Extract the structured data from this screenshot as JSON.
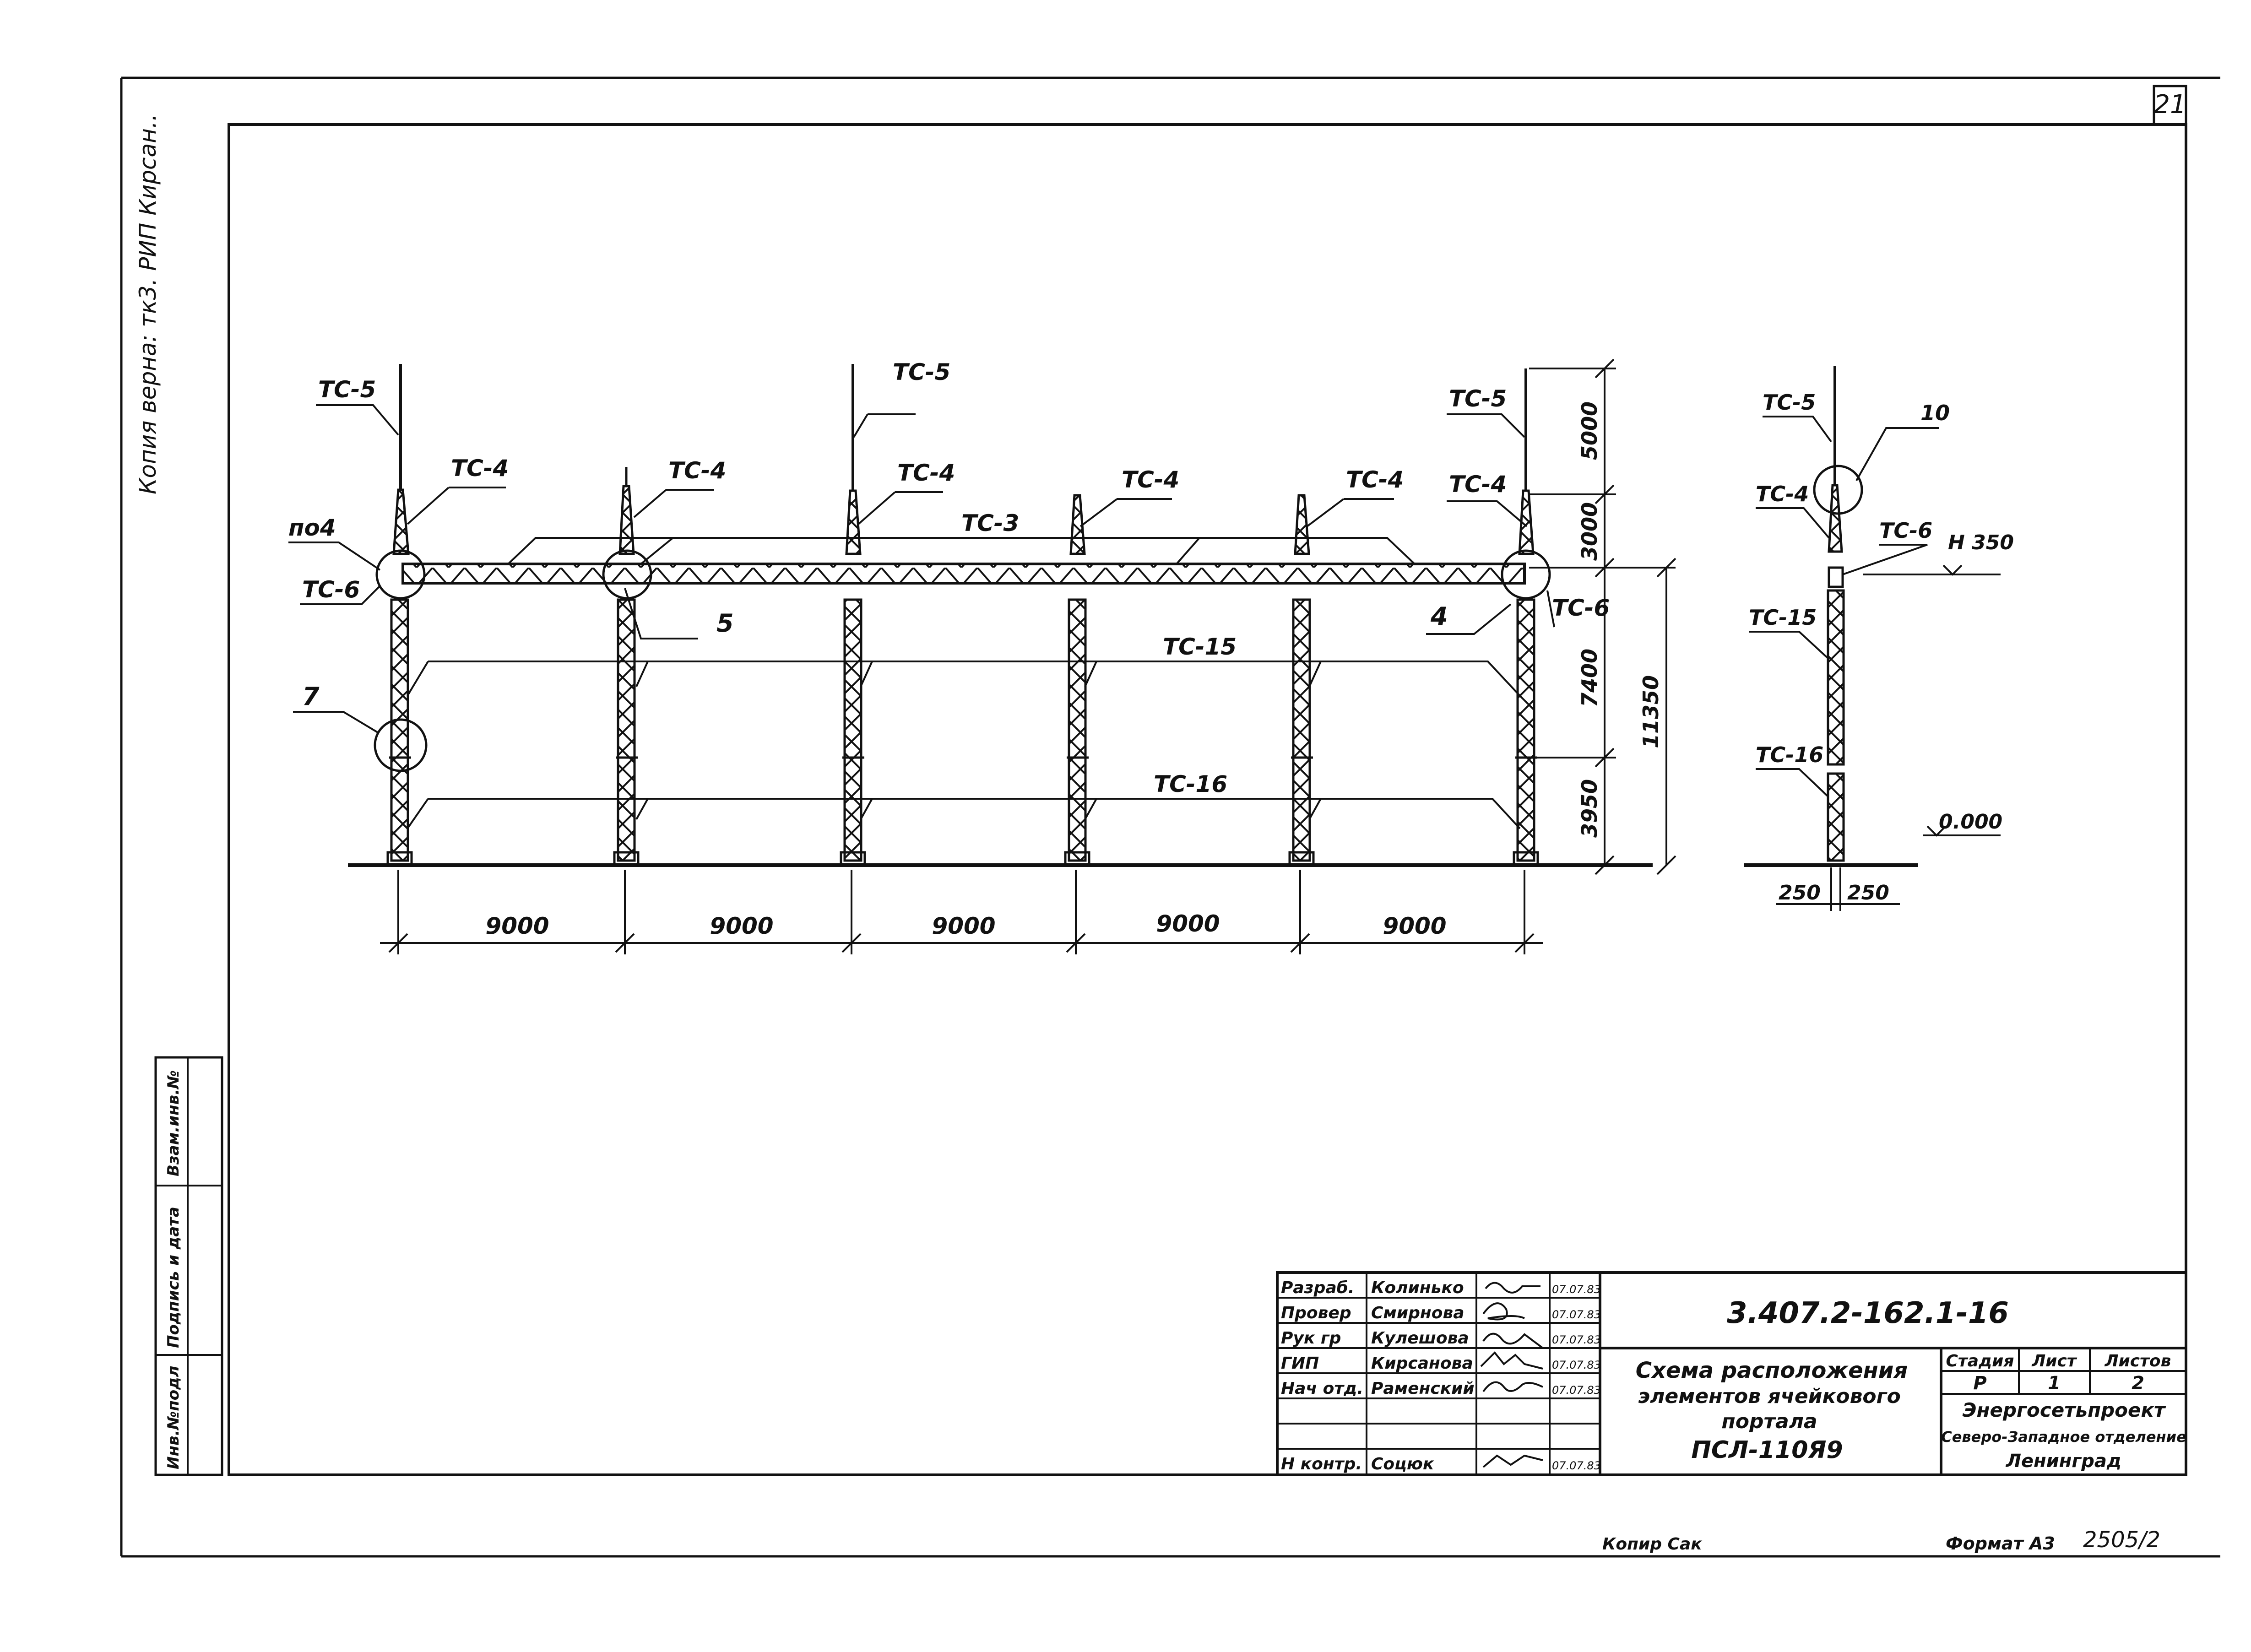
{
  "sheet": {
    "page_number": "21",
    "copy_note": "Копия верна: тк3. РИП Кирсан..",
    "format": "Формат А3",
    "copier": "Копир Сак",
    "archive_number": "2505/2"
  },
  "side_stamp": {
    "labels": [
      "Инв.№подл",
      "Подпись и дата",
      "Взам.инв.№"
    ]
  },
  "diagram": {
    "elements": {
      "tc5": "ТС-5",
      "tc4": "ТС-4",
      "tc3": "ТС-3",
      "tc6": "ТС-6",
      "tc15": "ТС-15",
      "tc16": "ТС-16"
    },
    "callouts": {
      "po4": "по4",
      "n4": "4",
      "n5": "5",
      "n7": "7",
      "n10": "10"
    },
    "spans": [
      "9000",
      "9000",
      "9000",
      "9000",
      "9000"
    ],
    "dims_right": {
      "d5000": "5000",
      "d3000": "3000",
      "d7400": "7400",
      "d3950": "3950",
      "total": "11350"
    },
    "side_view": {
      "mark_top": "Н 350",
      "mark_ground": "0.000",
      "base_left": "250",
      "base_right": "250"
    }
  },
  "title_block": {
    "doc_code": "3.407.2-162.1-16",
    "rows": [
      {
        "role": "Разраб.",
        "name": "Колинько",
        "date": "07.07.83"
      },
      {
        "role": "Провер",
        "name": "Смирнова",
        "date": "07.07.83"
      },
      {
        "role": "Рук гр",
        "name": "Кулешова",
        "date": "07.07.83"
      },
      {
        "role": "ГИП",
        "name": "Кирсанова",
        "date": "07.07.83"
      },
      {
        "role": "Нач отд.",
        "name": "Раменский",
        "date": "07.07.83"
      },
      {
        "role": "",
        "name": "",
        "date": ""
      },
      {
        "role": "",
        "name": "",
        "date": ""
      },
      {
        "role": "Н контр.",
        "name": "Соцюк",
        "date": "07.07.83"
      }
    ],
    "title_lines": [
      "Схема расположения",
      "элементов ячейкового",
      "портала",
      "ПСЛ-110Я9"
    ],
    "stage_header": "Стадия",
    "sheet_header": "Лист",
    "sheets_header": "Листов",
    "stage": "Р",
    "sheet": "1",
    "sheets": "2",
    "org_lines": [
      "Энергосетьпроект",
      "Северо-Западное отделение",
      "Ленинград"
    ]
  }
}
